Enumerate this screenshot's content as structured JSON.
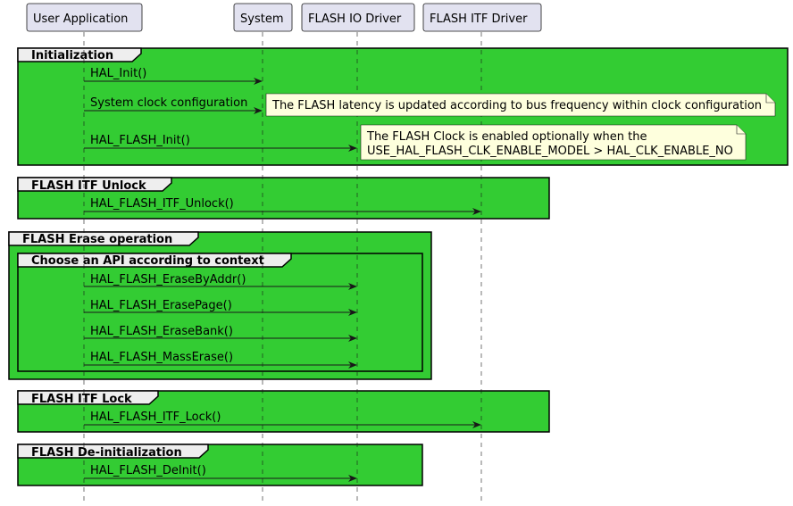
{
  "participants": [
    "User Application",
    "System",
    "FLASH IO Driver",
    "FLASH ITF Driver"
  ],
  "groups": {
    "init": "Initialization",
    "unlock": "FLASH ITF Unlock",
    "erase": "FLASH Erase operation",
    "choose": "Choose an API according to context",
    "lock": "FLASH ITF Lock",
    "deinit": "FLASH De-initialization"
  },
  "messages": {
    "hal_init": "HAL_Init()",
    "sys_clock": "System clock configuration",
    "flash_init": "HAL_FLASH_Init()",
    "itf_unlock": "HAL_FLASH_ITF_Unlock()",
    "erase_by_addr": "HAL_FLASH_EraseByAddr()",
    "erase_page": "HAL_FLASH_ErasePage()",
    "erase_bank": "HAL_FLASH_EraseBank()",
    "mass_erase": "HAL_FLASH_MassErase()",
    "itf_lock": "HAL_FLASH_ITF_Lock()",
    "deinit": "HAL_FLASH_DeInit()"
  },
  "notes": {
    "latency": "The FLASH latency is updated according to bus frequency within clock configuration",
    "clock_line1": "The FLASH Clock is enabled optionally when the",
    "clock_line2": "USE_HAL_FLASH_CLK_ENABLE_MODEL > HAL_CLK_ENABLE_NO"
  },
  "colors": {
    "group_fill": "#33cc33",
    "participant_fill": "#e2e2f0",
    "note_fill": "#feffdd"
  }
}
